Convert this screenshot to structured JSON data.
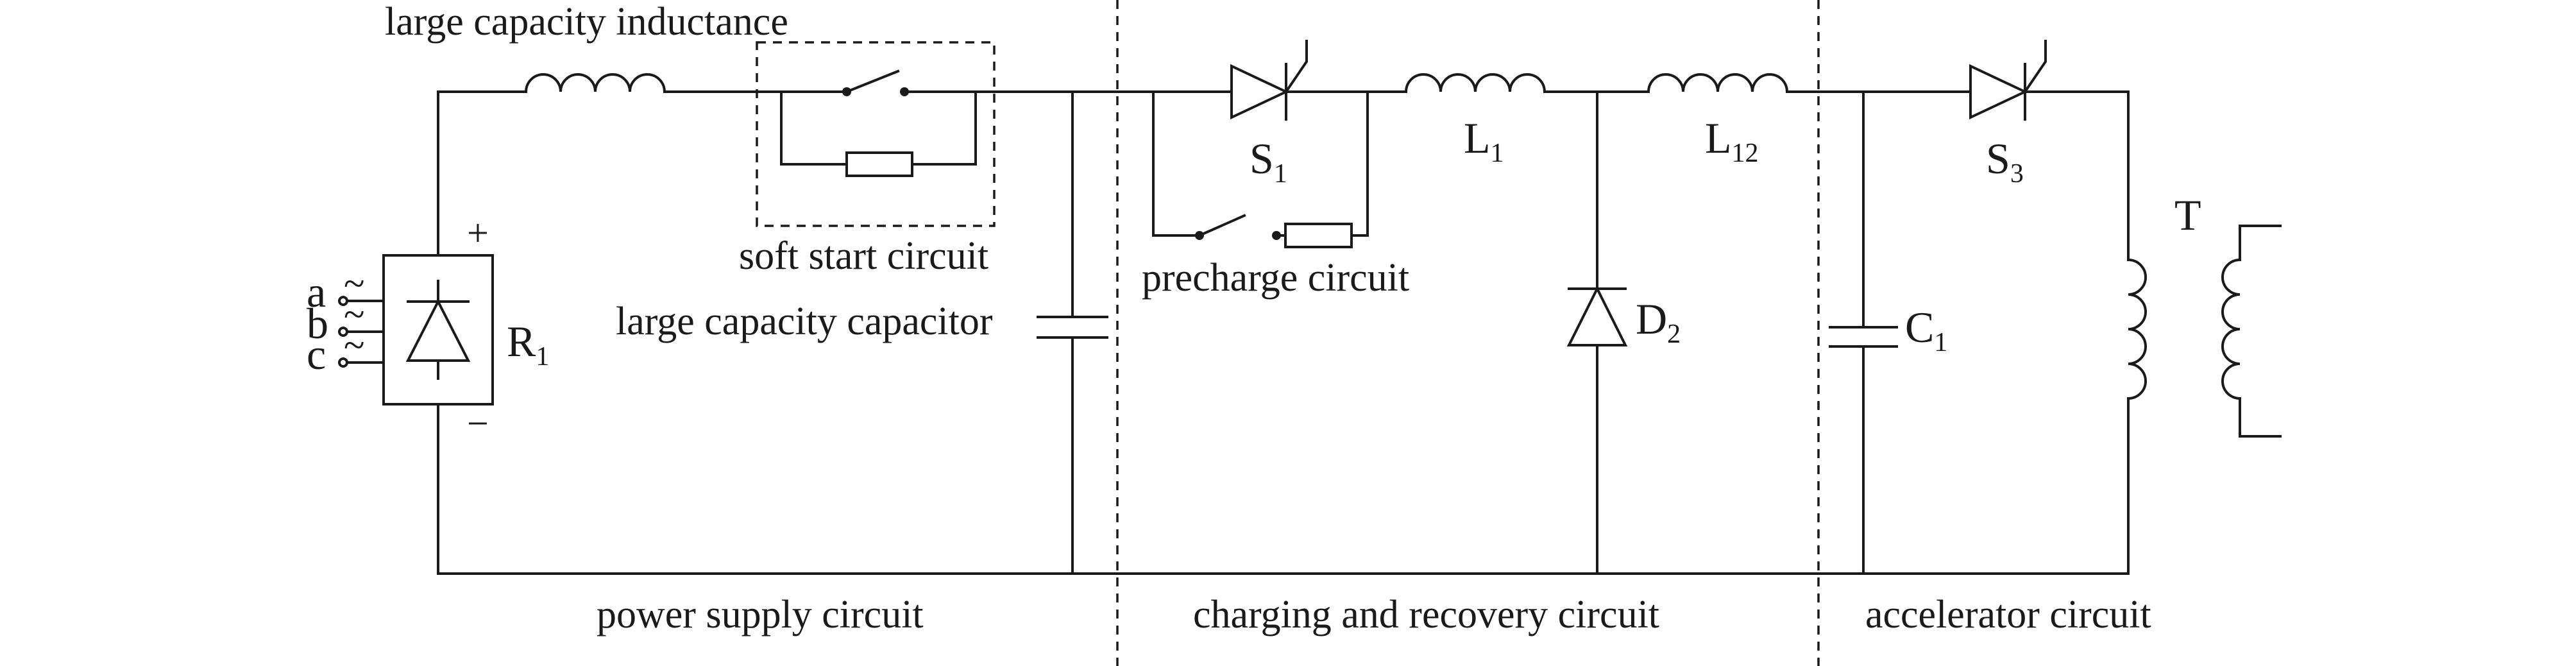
{
  "labels": {
    "inductance": "large capacity inductance",
    "soft_start": "soft start circuit",
    "capacitor": "large capacity capacitor",
    "precharge": "precharge circuit"
  },
  "phases": [
    "a",
    "b",
    "c"
  ],
  "phase_symbol": "~",
  "polarity": {
    "plus": "+",
    "minus": "−"
  },
  "components": {
    "rectifier": {
      "name": "R",
      "sub": "1"
    },
    "thyristor_1": {
      "name": "S",
      "sub": "1"
    },
    "inductor_1": {
      "name": "L",
      "sub": "1"
    },
    "inductor_12": {
      "name": "L",
      "sub": "12"
    },
    "diode_2": {
      "name": "D",
      "sub": "2"
    },
    "capacitor_1": {
      "name": "C",
      "sub": "1"
    },
    "thyristor_3": {
      "name": "S",
      "sub": "3"
    },
    "transformer": {
      "name": "T"
    }
  },
  "sections": {
    "power_supply": "power supply circuit",
    "charging_recovery": "charging and recovery circuit",
    "accelerator": "accelerator circuit"
  }
}
